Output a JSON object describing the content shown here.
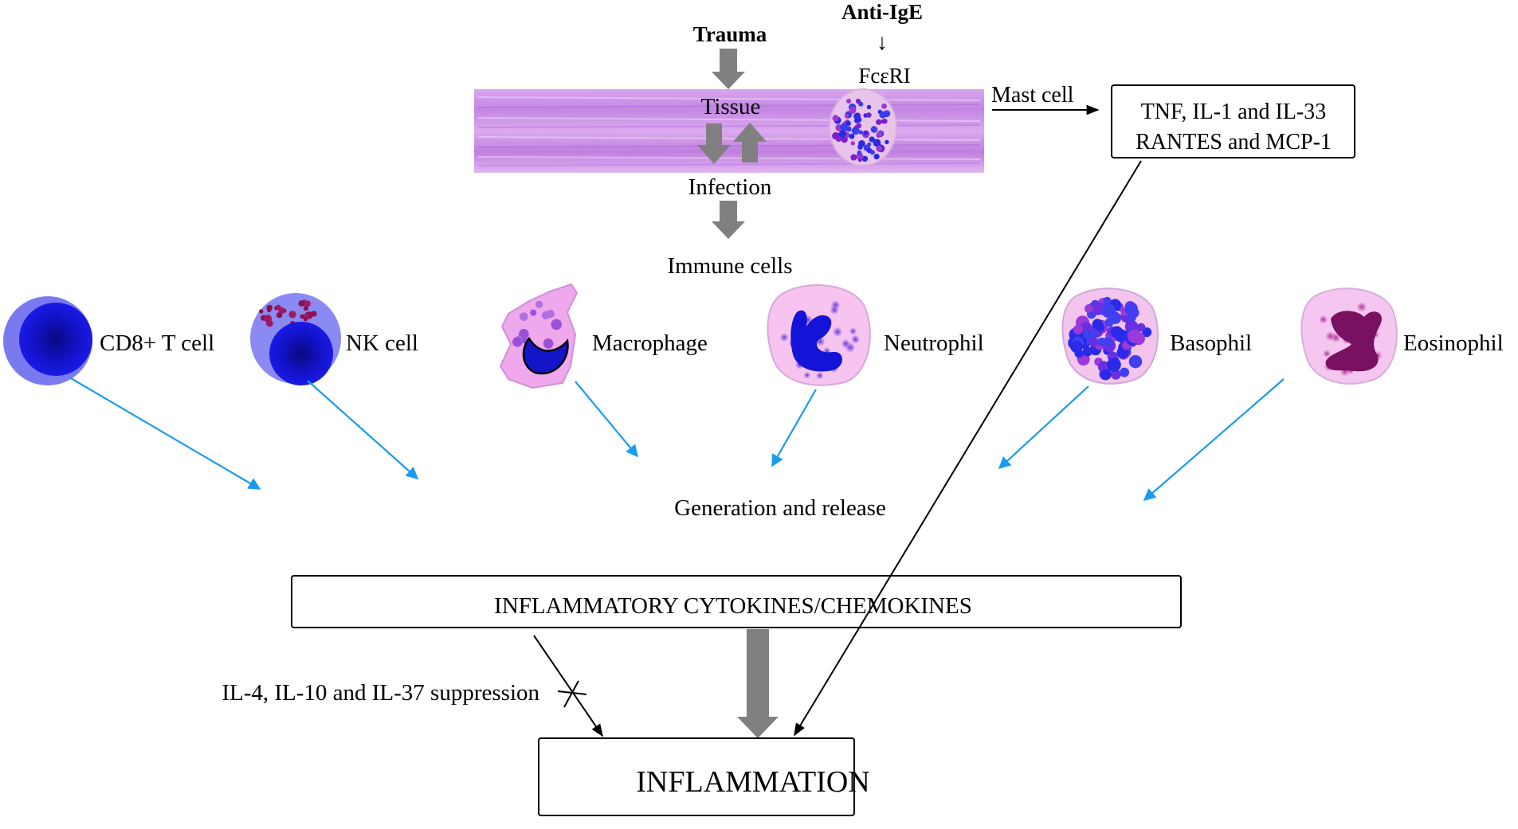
{
  "labels": {
    "trauma": "Trauma",
    "anti_ige": "Anti-IgE",
    "anti_ige_arrow": "↓",
    "fceri": "FcεRI",
    "tissue": "Tissue",
    "infection": "Infection",
    "immune_cells": "Immune cells",
    "mast_cell": "Mast cell",
    "generation_release": "Generation and release",
    "suppression": "IL-4, IL-10 and IL-37 suppression"
  },
  "mast_cell_box": {
    "line1": "TNF, IL-1 and IL-33",
    "line2": "RANTES and MCP-1"
  },
  "cytokines_box": {
    "text": "INFLAMMATORY CYTOKINES/CHEMOKINES"
  },
  "inflammation_box": {
    "text": "INFLAMMATION"
  },
  "cells": [
    {
      "id": "cd8",
      "label": "CD8+ T cell",
      "icon": "lymphocyte"
    },
    {
      "id": "nk",
      "label": "NK cell",
      "icon": "nk-cell"
    },
    {
      "id": "macrophage",
      "label": "Macrophage",
      "icon": "macrophage"
    },
    {
      "id": "neutrophil",
      "label": "Neutrophil",
      "icon": "neutrophil"
    },
    {
      "id": "basophil",
      "label": "Basophil",
      "icon": "basophil"
    },
    {
      "id": "eosinophil",
      "label": "Eosinophil",
      "icon": "eosinophil"
    }
  ],
  "colors": {
    "gray_arrow": "#808080",
    "blue_arrow": "#1a9bf0",
    "tissue": "#c98ae6",
    "cell_pink": "#f2b8f0",
    "nucleus_blue": "#1010e0",
    "eos_nucleus": "#7a1060"
  }
}
